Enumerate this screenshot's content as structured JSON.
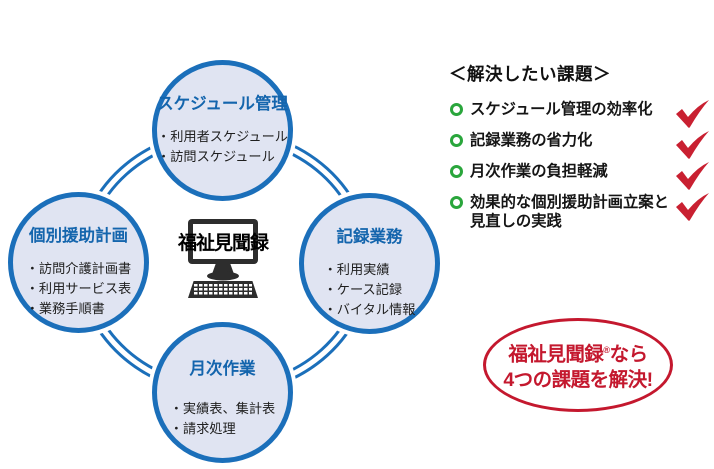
{
  "colors": {
    "circle_border": "#1b6fba",
    "circle_fill": "#e0e4f2",
    "title_blue": "#1465ad",
    "green_bullet": "#2aa63c",
    "check_red": "#c92031",
    "badge_red": "#c4182e",
    "computer_dark": "#2d2d2d"
  },
  "circles": [
    {
      "title": "スケジュール管理",
      "items": [
        "・利用者スケジュール",
        "・訪問スケジュール"
      ]
    },
    {
      "title": "個別援助計画",
      "items": [
        "・訪問介護計画書",
        "・利用サービス表",
        "・業務手順書"
      ]
    },
    {
      "title": "記録業務",
      "items": [
        "・利用実績",
        "・ケース記録",
        "・バイタル情報"
      ]
    },
    {
      "title": "月次作業",
      "items": [
        "・実績表、集計表",
        "・請求処理"
      ]
    }
  ],
  "center": {
    "logo": "福祉見聞録"
  },
  "issues": {
    "heading": "＜解決したい課題＞",
    "items": [
      "スケジュール管理の効率化",
      "記録業務の省力化",
      "月次作業の負担軽減",
      "効果的な個別援助計画立案と見直しの実践"
    ]
  },
  "badge": {
    "brand": "福祉見聞録",
    "reg": "®",
    "suffix": "なら",
    "line2": "4つの課題を解決!"
  }
}
